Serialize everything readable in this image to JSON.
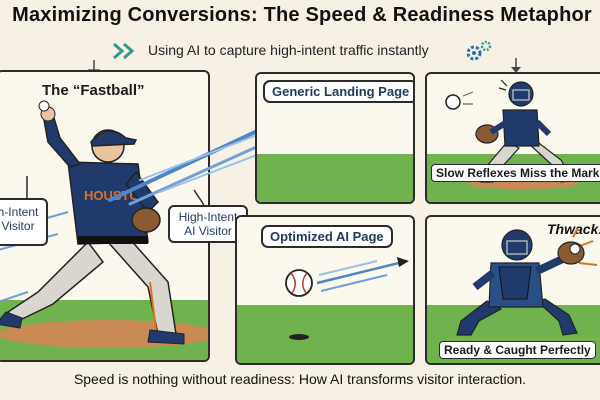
{
  "header": {
    "title": "Maximizing Conversions: The Speed & Readiness Metaphor",
    "subtitle": "Using AI to capture high-intent traffic instantly",
    "left_icon": "chevron-arrows-icon",
    "right_icon": "gears-icon"
  },
  "panels": {
    "pitcher": {
      "label": "The “Fastball”",
      "callout_left": [
        "h-Intent",
        "Visitor"
      ],
      "callout_right": [
        "High-Intent",
        "AI Visitor"
      ],
      "jersey_text": "HOUSTON"
    },
    "generic": {
      "label": "Generic Landing Page"
    },
    "slow": {
      "caption": "Slow Reflexes Miss the Mark"
    },
    "optimized": {
      "label": "Optimized AI Page"
    },
    "ready": {
      "exclaim": "Thwack!",
      "caption": "Ready & Caught Perfectly"
    }
  },
  "footer": {
    "text": "Speed is nothing without readiness: How AI transforms visitor interaction."
  },
  "colors": {
    "background": "#f6f1e4",
    "grass": "#6fb24e",
    "uniform_navy": "#1f3a6b",
    "uniform_orange": "#e0721f",
    "accent_teal": "#2f9c8a"
  }
}
